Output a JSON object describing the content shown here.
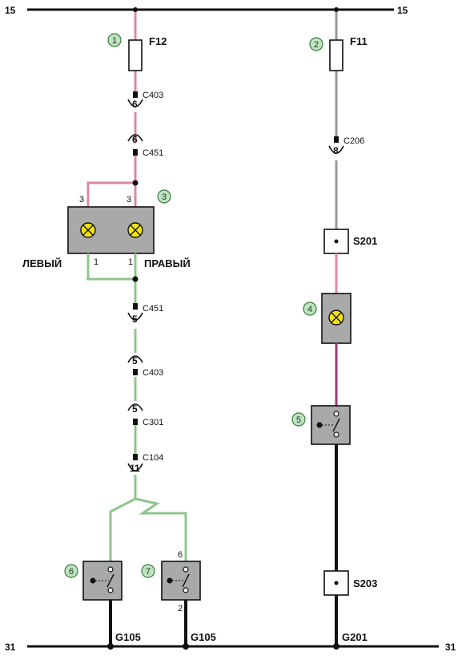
{
  "rails": {
    "top_left": "15",
    "top_right": "15",
    "bottom_left": "31",
    "bottom_right": "31"
  },
  "fuses": {
    "f12": "F12",
    "f11": "F11"
  },
  "connectors": {
    "c403_top": {
      "label": "C403",
      "pin": "6"
    },
    "c451_top": {
      "label": "C451",
      "pin": "6"
    },
    "c451_bottom": {
      "label": "C451",
      "pin": "5"
    },
    "c403_bottom": {
      "label": "C403",
      "pin": "5"
    },
    "c301": {
      "label": "C301",
      "pin": "5"
    },
    "c104": {
      "label": "C104",
      "pin": "11"
    },
    "c206": {
      "label": "C206",
      "pin": "8"
    }
  },
  "lamp_block": {
    "left_label": "ЛЕВЫЙ",
    "right_label": "ПРАВЫЙ",
    "pin_left_top": "3",
    "pin_right_top": "3",
    "pin_left_bottom": "1",
    "pin_right_bottom": "1"
  },
  "splices": {
    "s201": "S201",
    "s203": "S203"
  },
  "grounds": {
    "g105_left": "G105",
    "g105_right": "G105",
    "g201": "G201"
  },
  "switch7_pins": {
    "top": "6",
    "bottom": "2"
  },
  "markers": [
    "1",
    "2",
    "3",
    "4",
    "5",
    "6",
    "7"
  ],
  "colors": {
    "wire_pink": "#d98aa8",
    "wire_green": "#8fc48f",
    "wire_gray": "#9a9a9a",
    "wire_violet": "#9b3d7a",
    "wire_black": "#111111",
    "component_fill": "#a9a9a9",
    "lamp_fill": "#f5e20a",
    "marker_fill": "#bfe3c0"
  }
}
